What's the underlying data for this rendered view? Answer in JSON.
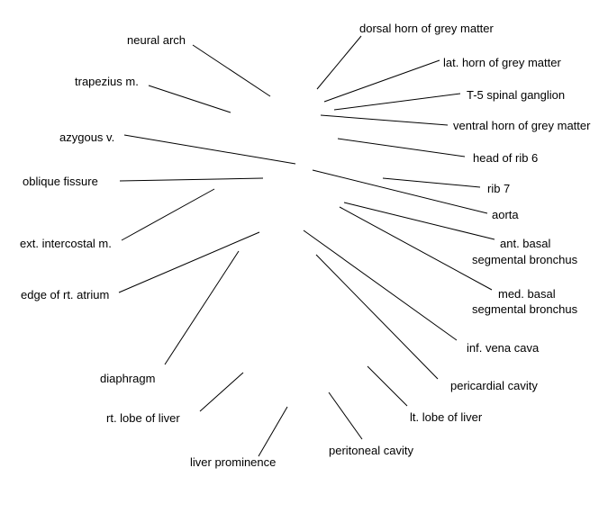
{
  "labels": {
    "neural_arch": "neural arch",
    "trapezius": "trapezius m.",
    "azygous": "azygous v.",
    "oblique_fissure": "oblique fissure",
    "ext_intercostal": "ext. intercostal m.",
    "edge_rt_atrium": "edge of rt. atrium",
    "diaphragm": "diaphragm",
    "rt_lobe_liver": "rt. lobe of liver",
    "liver_prominence": "liver prominence",
    "peritoneal_cavity": "peritoneal cavity",
    "lt_lobe_liver": "lt. lobe of liver",
    "pericardial_cavity": "pericardial cavity",
    "inf_vena_cava": "inf. vena cava",
    "med_basal_1": "med. basal",
    "med_basal_2": "segmental bronchus",
    "ant_basal_1": "ant. basal",
    "ant_basal_2": "segmental bronchus",
    "aorta": "aorta",
    "rib_7": "rib 7",
    "head_rib_6": "head of rib 6",
    "ventral_horn": "ventral horn of grey matter",
    "t5_ganglion": "T-5 spinal ganglion",
    "lat_horn": "lat. horn of grey matter",
    "dorsal_horn": "dorsal horn of grey matter"
  }
}
